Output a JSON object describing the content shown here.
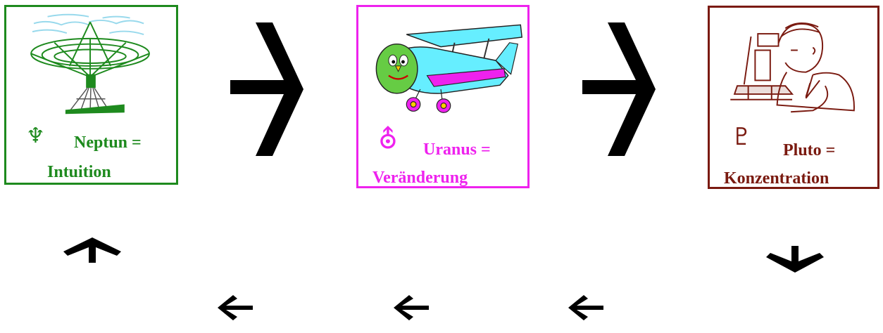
{
  "cards": [
    {
      "id": "neptun",
      "symbol": "♆",
      "label": "Neptun =",
      "sublabel": "Intuition",
      "picture": "radio-telescope-dish",
      "color": "#1e8a1e"
    },
    {
      "id": "uranus",
      "symbol": "⛢",
      "label": "Uranus =",
      "sublabel": "Veränderung",
      "picture": "cartoon-airplane",
      "color": "#ee22ee"
    },
    {
      "id": "pluto",
      "symbol": "♇",
      "label": "Pluto =",
      "sublabel": "Konzentration",
      "picture": "scientist-with-microscope",
      "color": "#7a1a10"
    }
  ],
  "arrows": [
    {
      "name": "chevron-right-icon",
      "direction": "right"
    },
    {
      "name": "chevron-right-icon",
      "direction": "right"
    },
    {
      "name": "arrow-up-icon",
      "direction": "up"
    },
    {
      "name": "arrow-down-icon",
      "direction": "down"
    },
    {
      "name": "arrow-left-icon",
      "direction": "left"
    },
    {
      "name": "arrow-left-icon",
      "direction": "left"
    },
    {
      "name": "arrow-left-icon",
      "direction": "left"
    }
  ],
  "colors": {
    "arrow": "#000000",
    "background": "#ffffff"
  }
}
